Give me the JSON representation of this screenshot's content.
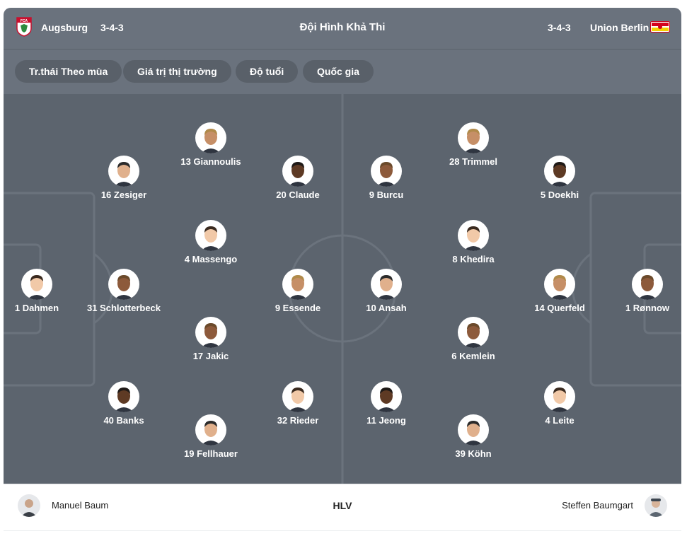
{
  "header": {
    "title": "Đội Hình Khả Thi",
    "home": {
      "name": "Augsburg",
      "formation": "3-4-3",
      "crest_color": "#c8102e",
      "crest_label": "FCA"
    },
    "away": {
      "name": "Union Berlin",
      "formation": "3-4-3",
      "crest_color": "#d4021d"
    }
  },
  "filters": [
    "Tr.thái Theo mùa",
    "Giá trị thị trường",
    "Độ tuổi",
    "Quốc gia"
  ],
  "home_players": [
    {
      "number": "1",
      "name": "Dahmen",
      "label": "1 Dahmen"
    },
    {
      "number": "31",
      "name": "Schlotterbeck",
      "label": "31 Schlotterbeck"
    },
    {
      "number": "16",
      "name": "Zesiger",
      "label": "16 Zesiger"
    },
    {
      "number": "40",
      "name": "Banks",
      "label": "40 Banks"
    },
    {
      "number": "13",
      "name": "Giannoulis",
      "label": "13 Giannoulis"
    },
    {
      "number": "4",
      "name": "Massengo",
      "label": "4 Massengo"
    },
    {
      "number": "17",
      "name": "Jakic",
      "label": "17 Jakic"
    },
    {
      "number": "19",
      "name": "Fellhauer",
      "label": "19 Fellhauer"
    },
    {
      "number": "20",
      "name": "Claude",
      "label": "20 Claude"
    },
    {
      "number": "9",
      "name": "Essende",
      "label": "9 Essende"
    },
    {
      "number": "32",
      "name": "Rieder",
      "label": "32 Rieder"
    }
  ],
  "away_players": [
    {
      "number": "9",
      "name": "Burcu",
      "label": "9 Burcu"
    },
    {
      "number": "10",
      "name": "Ansah",
      "label": "10 Ansah"
    },
    {
      "number": "11",
      "name": "Jeong",
      "label": "11 Jeong"
    },
    {
      "number": "28",
      "name": "Trimmel",
      "label": "28 Trimmel"
    },
    {
      "number": "8",
      "name": "Khedira",
      "label": "8 Khedira"
    },
    {
      "number": "6",
      "name": "Kemlein",
      "label": "6 Kemlein"
    },
    {
      "number": "39",
      "name": "Köhn",
      "label": "39 Köhn"
    },
    {
      "number": "5",
      "name": "Doekhi",
      "label": "5 Doekhi"
    },
    {
      "number": "14",
      "name": "Querfeld",
      "label": "14 Querfeld"
    },
    {
      "number": "4",
      "name": "Leite",
      "label": "4 Leite"
    },
    {
      "number": "1",
      "name": "Rønnow",
      "label": "1 Rønnow"
    }
  ],
  "coaches": {
    "label": "HLV",
    "home": "Manuel Baum",
    "away": "Steffen Baumgart"
  },
  "colors": {
    "header_bg": "#6a727d",
    "chip_bg": "#596069",
    "pitch_bg": "#5c646e",
    "pitch_lines": "#6b737d"
  }
}
